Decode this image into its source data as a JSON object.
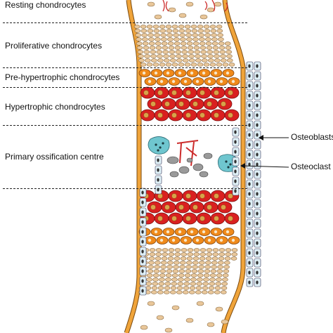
{
  "zones": [
    {
      "label": "Resting chondrocytes"
    },
    {
      "label": "Proliferative chondrocytes"
    },
    {
      "label": "Pre-hypertrophic chondrocytes"
    },
    {
      "label": "Hypertrophic chondrocytes"
    },
    {
      "label": "Primary ossification centre"
    }
  ],
  "callouts": [
    {
      "label": "Osteoblasts"
    },
    {
      "label": "Osteoclast"
    }
  ],
  "colors": {
    "bone_outline": "#f0a43a",
    "cartilage_cell": "#e9c79a",
    "prehyp_cell": "#f08a1a",
    "hyp_cell": "#d92020",
    "nucleus": "#d8a24a",
    "osteoclast": "#6fc6cf",
    "osteoblast": "#dff0f6",
    "trabecula": "#cc2b2b"
  }
}
